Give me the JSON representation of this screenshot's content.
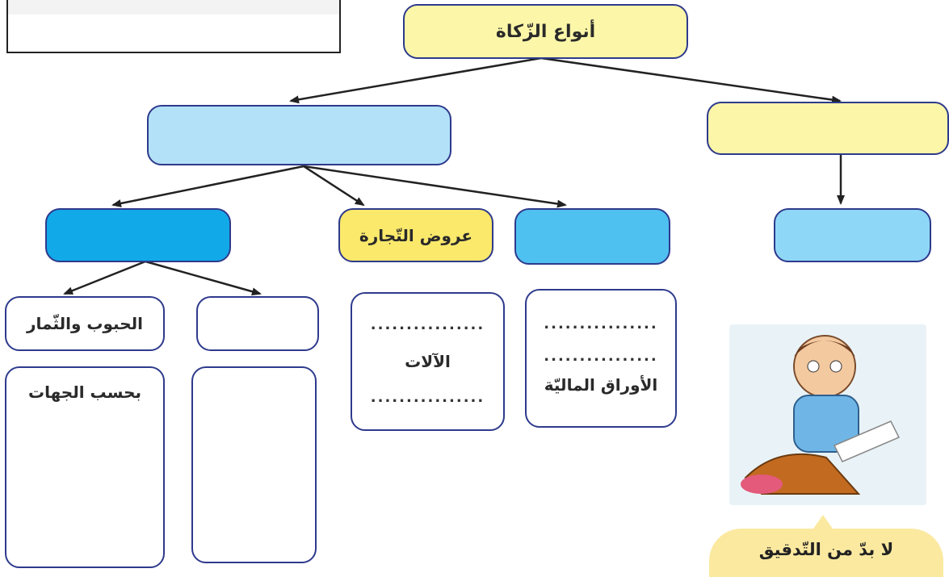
{
  "diagram": {
    "root": "أنواع الزّكاة",
    "tijara": "عروض التّجارة",
    "grains": "الحبوب والثّمار",
    "by_sides": "بحسب الجهات",
    "machines": "الآلات",
    "securities": "الأوراق الماليّة",
    "dots": "................"
  },
  "speech_bubble": {
    "text": "لا بدّ من التّدقيق"
  }
}
